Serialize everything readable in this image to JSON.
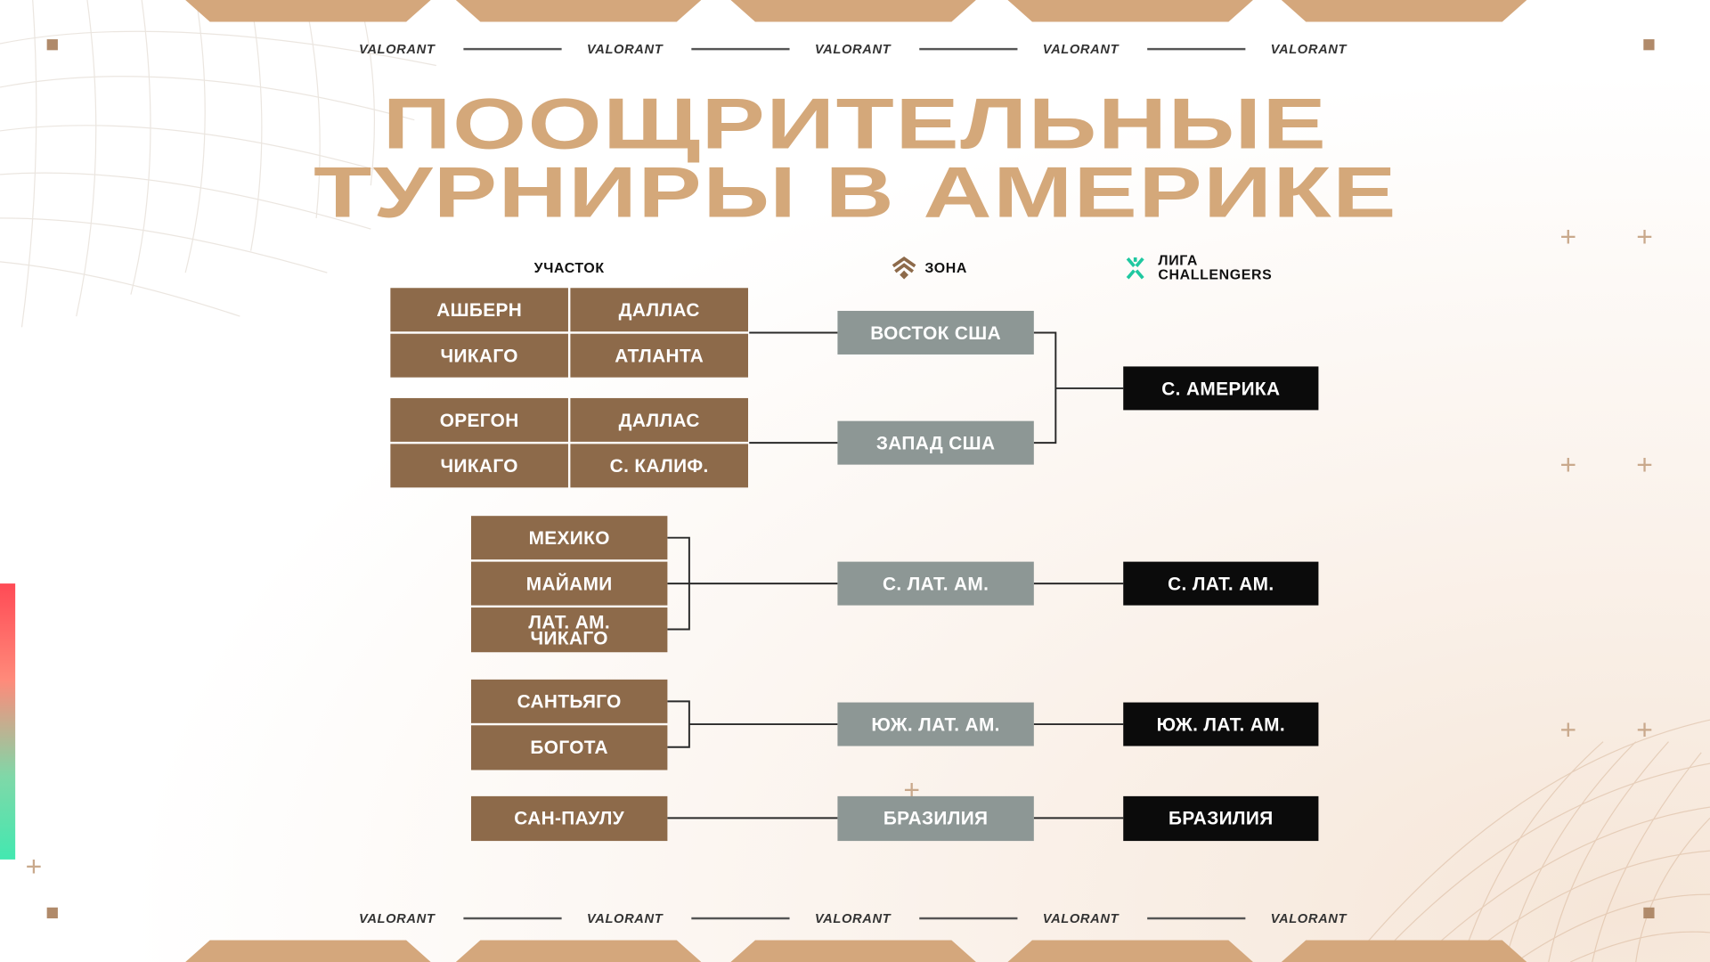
{
  "brand": "VALORANT",
  "title": {
    "line1": "ПООЩРИТЕЛЬНЫЕ",
    "line2": "ТУРНИРЫ В АМЕРИКЕ"
  },
  "headers": {
    "participant": "УЧАСТОК",
    "zone": "ЗОНА",
    "league_line1": "ЛИГА",
    "league_line2": "CHALLENGERS"
  },
  "participants": {
    "east": [
      "АШБЕРН",
      "ДАЛЛАС",
      "ЧИКАГО",
      "АТЛАНТА"
    ],
    "west": [
      "ОРЕГОН",
      "ДАЛЛАС",
      "ЧИКАГО",
      "С. КАЛИФ."
    ],
    "north_latam": [
      "МЕХИКО",
      "МАЙАМИ",
      "ЛАТ. АМ. ЧИКАГО"
    ],
    "south_latam": [
      "САНТЬЯГО",
      "БОГОТА"
    ],
    "brazil": [
      "САН-ПАУЛУ"
    ]
  },
  "zones": [
    "ВОСТОК США",
    "ЗАПАД США",
    "С. ЛАТ. АМ.",
    "ЮЖ. ЛАТ. АМ.",
    "БРАЗИЛИЯ"
  ],
  "leagues": [
    "С. АМЕРИКА",
    "С. ЛАТ. АМ.",
    "ЮЖ. ЛАТ. АМ.",
    "БРАЗИЛИЯ"
  ],
  "colors": {
    "participant": "#8d6a4a",
    "zone": "#8d9795",
    "league": "#0b0b0b",
    "accent": "#d4a77c",
    "league_icon": "#1fc8a0"
  }
}
